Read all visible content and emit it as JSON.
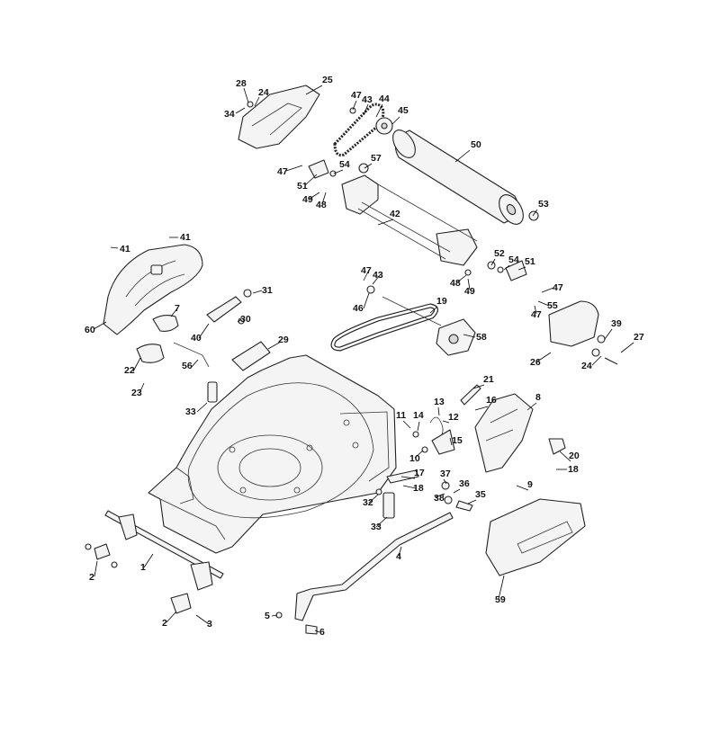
{
  "diagram": {
    "callouts": [
      {
        "id": "c28",
        "label": "28"
      },
      {
        "id": "c24a",
        "label": "24"
      },
      {
        "id": "c25",
        "label": "25"
      },
      {
        "id": "c34",
        "label": "34"
      },
      {
        "id": "c47a",
        "label": "47"
      },
      {
        "id": "c43a",
        "label": "43"
      },
      {
        "id": "c44",
        "label": "44"
      },
      {
        "id": "c45",
        "label": "45"
      },
      {
        "id": "c50",
        "label": "50"
      },
      {
        "id": "c57",
        "label": "57"
      },
      {
        "id": "c54a",
        "label": "54"
      },
      {
        "id": "c47b",
        "label": "47"
      },
      {
        "id": "c51a",
        "label": "51"
      },
      {
        "id": "c49a",
        "label": "49"
      },
      {
        "id": "c48a",
        "label": "48"
      },
      {
        "id": "c53",
        "label": "53"
      },
      {
        "id": "c42",
        "label": "42"
      },
      {
        "id": "c41a",
        "label": "41"
      },
      {
        "id": "c41b",
        "label": "41"
      },
      {
        "id": "c60",
        "label": "60"
      },
      {
        "id": "c52",
        "label": "52"
      },
      {
        "id": "c54b",
        "label": "54"
      },
      {
        "id": "c51b",
        "label": "51"
      },
      {
        "id": "c48b",
        "label": "48"
      },
      {
        "id": "c49b",
        "label": "49"
      },
      {
        "id": "c47c",
        "label": "47"
      },
      {
        "id": "c43b",
        "label": "43"
      },
      {
        "id": "c46",
        "label": "46"
      },
      {
        "id": "c19",
        "label": "19"
      },
      {
        "id": "c47d",
        "label": "47"
      },
      {
        "id": "c55",
        "label": "55"
      },
      {
        "id": "c47e",
        "label": "47"
      },
      {
        "id": "c7",
        "label": "7"
      },
      {
        "id": "c31",
        "label": "31"
      },
      {
        "id": "c30",
        "label": "30"
      },
      {
        "id": "c40",
        "label": "40"
      },
      {
        "id": "c58",
        "label": "58"
      },
      {
        "id": "c39",
        "label": "39"
      },
      {
        "id": "c27",
        "label": "27"
      },
      {
        "id": "c26",
        "label": "26"
      },
      {
        "id": "c24b",
        "label": "24"
      },
      {
        "id": "c29",
        "label": "29"
      },
      {
        "id": "c56",
        "label": "56"
      },
      {
        "id": "c22",
        "label": "22"
      },
      {
        "id": "c23",
        "label": "23"
      },
      {
        "id": "c33a",
        "label": "33"
      },
      {
        "id": "c21",
        "label": "21"
      },
      {
        "id": "c13",
        "label": "13"
      },
      {
        "id": "c16",
        "label": "16"
      },
      {
        "id": "c8",
        "label": "8"
      },
      {
        "id": "c11",
        "label": "11"
      },
      {
        "id": "c14",
        "label": "14"
      },
      {
        "id": "c12",
        "label": "12"
      },
      {
        "id": "c15",
        "label": "15"
      },
      {
        "id": "c10",
        "label": "10"
      },
      {
        "id": "c20",
        "label": "20"
      },
      {
        "id": "c18a",
        "label": "18"
      },
      {
        "id": "c17",
        "label": "17"
      },
      {
        "id": "c18b",
        "label": "18"
      },
      {
        "id": "c37",
        "label": "37"
      },
      {
        "id": "c9",
        "label": "9"
      },
      {
        "id": "c38",
        "label": "38"
      },
      {
        "id": "c36",
        "label": "36"
      },
      {
        "id": "c35",
        "label": "35"
      },
      {
        "id": "c32",
        "label": "32"
      },
      {
        "id": "c33b",
        "label": "33"
      },
      {
        "id": "c4",
        "label": "4"
      },
      {
        "id": "c59",
        "label": "59"
      },
      {
        "id": "c1",
        "label": "1"
      },
      {
        "id": "c2a",
        "label": "2"
      },
      {
        "id": "c2b",
        "label": "2"
      },
      {
        "id": "c3",
        "label": "3"
      },
      {
        "id": "c5",
        "label": "5"
      },
      {
        "id": "c6",
        "label": "6"
      }
    ]
  }
}
